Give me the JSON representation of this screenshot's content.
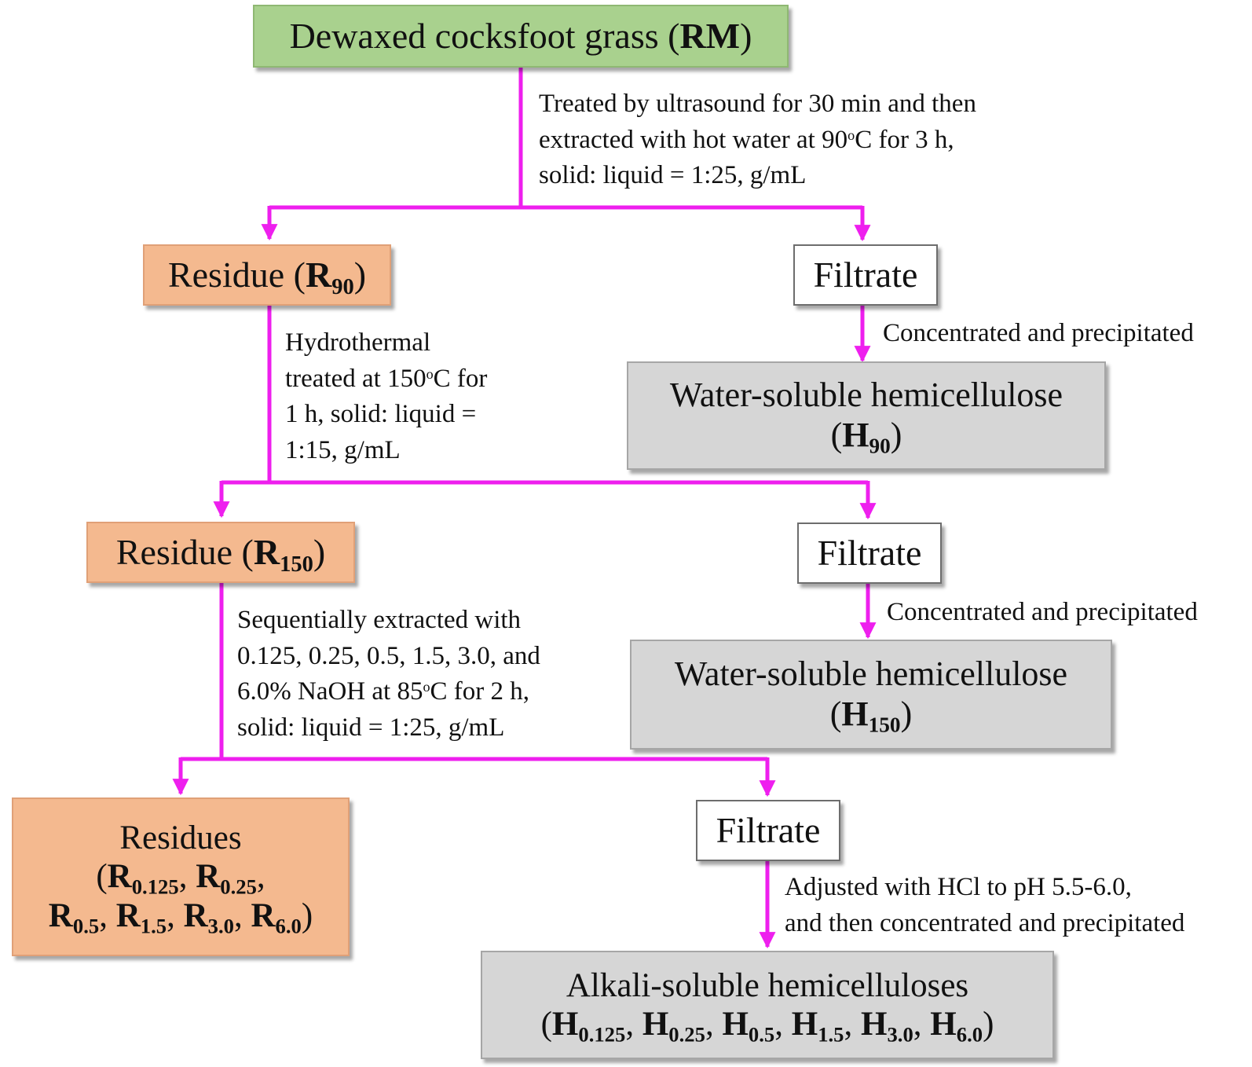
{
  "nodes": {
    "rm": {
      "label": "Dewaxed cocksfoot grass (",
      "code": "RM",
      "close": ")"
    },
    "r90": {
      "label": "Residue (",
      "code": "R",
      "sub": "90",
      "close": ")"
    },
    "f90": {
      "label": "Filtrate"
    },
    "h90": {
      "label": "Water-soluble hemicellulose",
      "code": "H",
      "sub": "90"
    },
    "r150": {
      "label": "Residue (",
      "code": "R",
      "sub": "150",
      "close": ")"
    },
    "f150": {
      "label": "Filtrate"
    },
    "h150": {
      "label": "Water-soluble hemicellulose",
      "code": "H",
      "sub": "150"
    },
    "residues": {
      "label": "Residues",
      "items": [
        {
          "code": "R",
          "sub": "0.125"
        },
        {
          "code": "R",
          "sub": "0.25"
        },
        {
          "code": "R",
          "sub": "0.5"
        },
        {
          "code": "R",
          "sub": "1.5"
        },
        {
          "code": "R",
          "sub": "3.0"
        },
        {
          "code": "R",
          "sub": "6.0"
        }
      ]
    },
    "falk": {
      "label": "Filtrate"
    },
    "halk": {
      "label": "Alkali-soluble hemicelluloses",
      "items": [
        {
          "code": "H",
          "sub": "0.125"
        },
        {
          "code": "H",
          "sub": "0.25"
        },
        {
          "code": "H",
          "sub": "0.5"
        },
        {
          "code": "H",
          "sub": "1.5"
        },
        {
          "code": "H",
          "sub": "3.0"
        },
        {
          "code": "H",
          "sub": "6.0"
        }
      ]
    }
  },
  "steps": {
    "s1": {
      "l1": "Treated by ultrasound for 30 min and then",
      "l2a": "extracted with hot water at 90",
      "l2sup": "o",
      "l2b": "C for 3 h,",
      "l3": "solid: liquid = 1:25, g/mL"
    },
    "s2": {
      "l1": "Hydrothermal",
      "l2a": "treated at 150",
      "l2sup": "o",
      "l2b": "C for",
      "l3": "1 h, solid: liquid =",
      "l4": "1:15, g/mL"
    },
    "s3": {
      "l1": "Concentrated and precipitated"
    },
    "s4": {
      "l1": "Concentrated and precipitated"
    },
    "s5": {
      "l1": "Sequentially extracted with",
      "l2": "0.125, 0.25, 0.5, 1.5, 3.0, and",
      "l3a": "6.0% NaOH at 85",
      "l3sup": "o",
      "l3b": "C for 2 h,",
      "l4": "solid: liquid = 1:25, g/mL"
    },
    "s6": {
      "l1": "Adjusted with HCl to pH 5.5-6.0,",
      "l2": "and then concentrated and precipitated"
    }
  },
  "colors": {
    "arrow": "#ee1fee",
    "raw_material": "#a9d18e",
    "residue": "#f4b98f",
    "filtrate": "#ffffff",
    "hemicellulose": "#d6d6d6"
  },
  "punct": {
    "open": "(",
    "close": ")",
    "sep": ", "
  }
}
